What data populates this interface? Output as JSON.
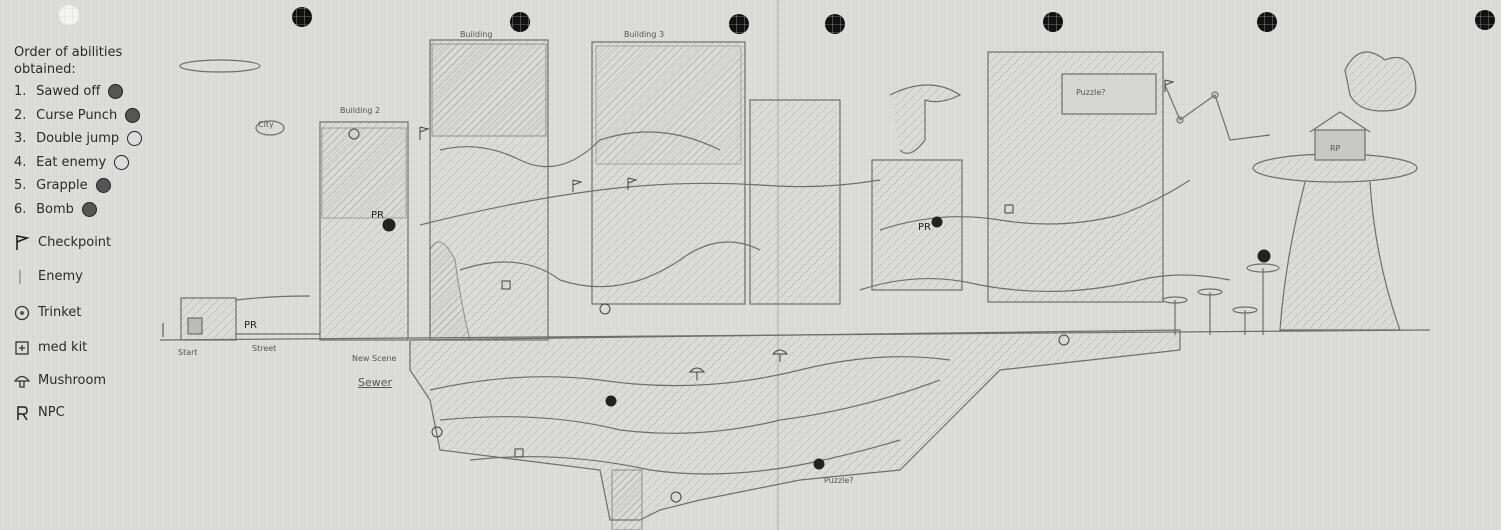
{
  "legend": {
    "title_line1": "Order of abilities",
    "title_line2": "obtained:",
    "abilities": [
      {
        "number": "1.",
        "label": "Sawed off",
        "icon": "sawed-off-icon"
      },
      {
        "number": "2.",
        "label": "Curse Punch",
        "icon": "curse-punch-icon"
      },
      {
        "number": "3.",
        "label": "Double jump",
        "icon": "double-jump-icon"
      },
      {
        "number": "4.",
        "label": "Eat enemy",
        "icon": "eat-enemy-icon"
      },
      {
        "number": "5.",
        "label": "Grapple",
        "icon": "grapple-icon"
      },
      {
        "number": "6.",
        "label": "Bomb",
        "icon": "bomb-icon"
      }
    ],
    "keys": {
      "checkpoint": "Checkpoint",
      "enemy": "Enemy",
      "trinket": "Trinket",
      "medkit": "med kit",
      "mushroom": "Mushroom",
      "npc": "NPC"
    }
  },
  "map": {
    "start": "Start",
    "street": "Street",
    "city": "City",
    "building2": "Building 2",
    "building1": "Building",
    "building3": "Building 3",
    "new_scene": "New Scene",
    "sewer": "Sewer",
    "puzzle": "Puzzle?",
    "puzzle_lower": "Puzzle?",
    "rp": "RP",
    "npc_marker": "PR"
  }
}
